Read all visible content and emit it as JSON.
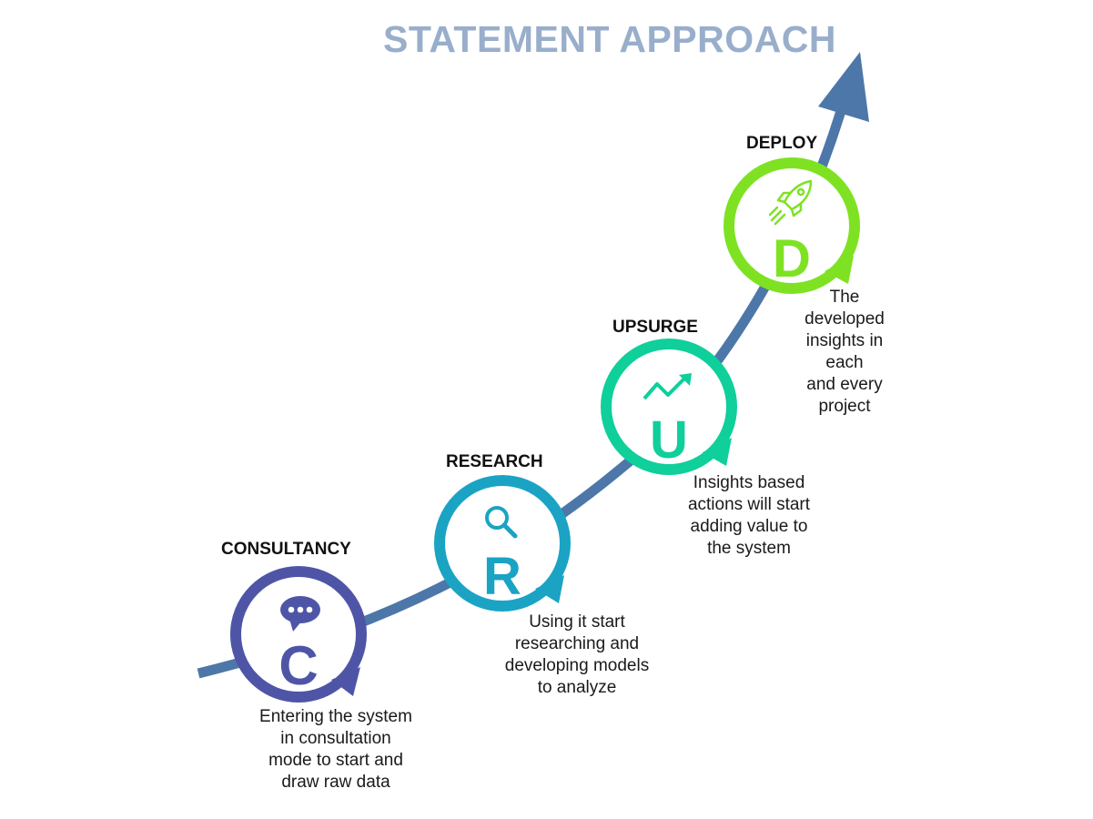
{
  "title": "STATEMENT APPROACH",
  "colors": {
    "path": "#4d77a9",
    "title": "#98aecb",
    "consultancy": "#4f55a6",
    "research": "#1ba3c4",
    "upsurge": "#0fcf9a",
    "deploy": "#7ee223"
  },
  "steps": [
    {
      "key": "consultancy",
      "title": "CONSULTANCY",
      "letter": "C",
      "icon": "speech-bubble-icon",
      "description": [
        "Entering the system",
        "in consultation",
        "mode to start and",
        "draw raw data"
      ]
    },
    {
      "key": "research",
      "title": "RESEARCH",
      "letter": "R",
      "icon": "magnifier-icon",
      "description": [
        "Using it start",
        "researching and",
        "developing models",
        "to analyze"
      ]
    },
    {
      "key": "upsurge",
      "title": "UPSURGE",
      "letter": "U",
      "icon": "trend-up-icon",
      "description": [
        "Insights based",
        "actions will start",
        "adding value to",
        "the system"
      ]
    },
    {
      "key": "deploy",
      "title": "DEPLOY",
      "letter": "D",
      "icon": "rocket-icon",
      "description": [
        "The",
        "developed",
        "insights in",
        "each",
        "and every",
        "project"
      ]
    }
  ]
}
